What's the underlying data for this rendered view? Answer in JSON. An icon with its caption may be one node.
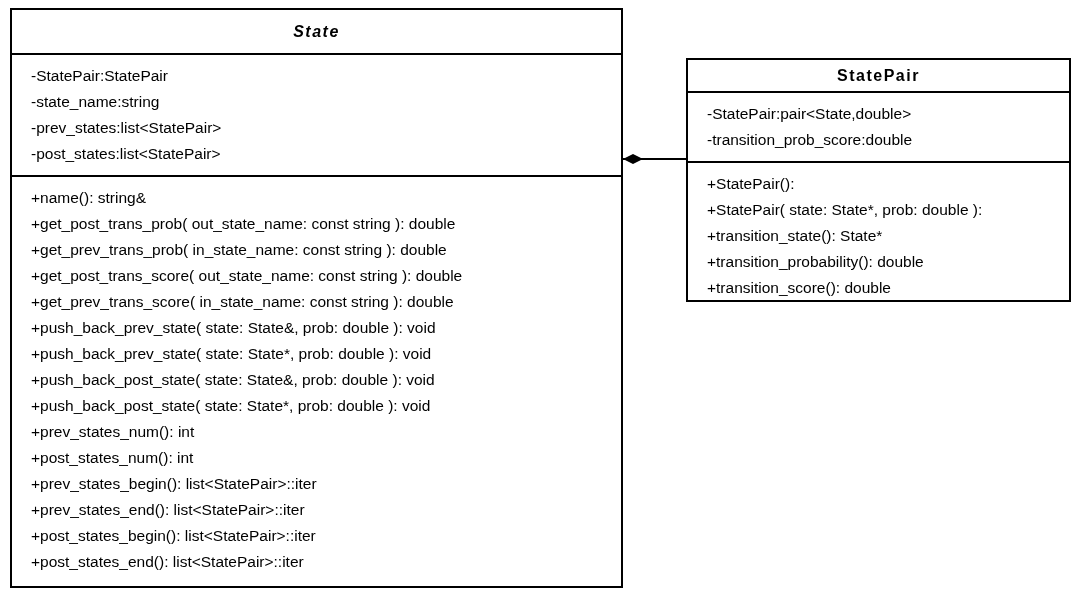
{
  "diagram": {
    "nodes": [
      {
        "text": [
          "State",
          "-StatePair:StatePair",
          "-state_name:string",
          "-prev_states:list<StatePair>",
          "-post_states:list<StatePair>",
          "+name(): string&",
          "+get_post_trans_prob( out_state_name: const string ): double",
          "+get_prev_trans_prob( in_state_name: const string ): double",
          "+get_post_trans_score( out_state_name: const string ): double",
          "+get_prev_trans_score( in_state_name: const string ): double",
          "+push_back_prev_state( state: State&, prob: double ): void",
          "+push_back_prev_state( state: State*, prob: double ): void",
          "+push_back_post_state( state: State&, prob: double ): void",
          "+push_back_post_state( state: State*, prob: double ): void",
          "+prev_states_num(): int",
          "+post_states_num(): int",
          "+prev_states_begin(): list<StatePair>::iter",
          "+prev_states_end(): list<StatePair>::iter",
          "+post_states_begin(): list<StatePair>::iter",
          "+post_states_end(): list<StatePair>::iter"
        ]
      },
      {
        "text": [
          "StatePair",
          "-StatePair:pair<State,double>",
          "-transition_prob_score:double",
          "+StatePair():",
          "+StatePair( state: State*, prob: double ):",
          "+transition_state(): State*",
          "+transition_probability(): double",
          "+transition_score(): double"
        ]
      }
    ],
    "edges": [
      {
        "from": 0,
        "to": 1,
        "arrow": "other"
      }
    ]
  }
}
